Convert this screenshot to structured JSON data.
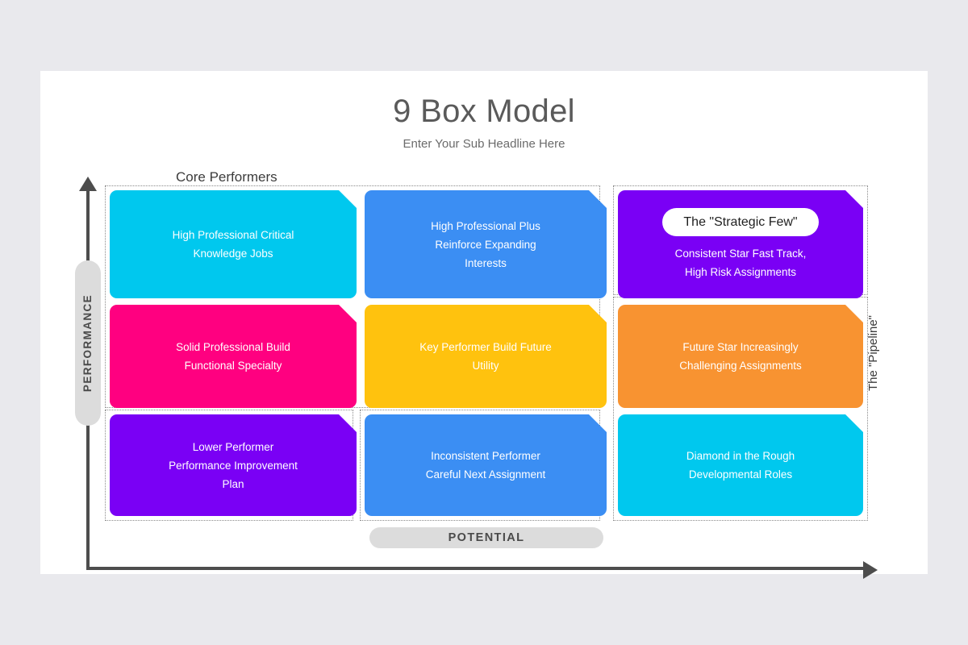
{
  "header": {
    "title": "9 Box Model",
    "subtitle": "Enter Your Sub Headline Here"
  },
  "groups": {
    "core_performers_label": "Core Performers",
    "pipeline_label": "The \"Pipeline\""
  },
  "axes": {
    "y_label": "PERFORMANCE",
    "x_label": "POTENTIAL"
  },
  "colors": {
    "cyan": "#00C8EE",
    "blue": "#3B8EF3",
    "purple": "#7A00F5",
    "pink": "#FF0080",
    "yellow": "#FFC20E",
    "orange": "#F89331",
    "slide_bg": "#FFFFFF",
    "page_bg": "#E9E9ED",
    "axis": "#4D4D4D",
    "pill": "#DCDCDC",
    "title_text": "#5A5A5A"
  },
  "cells": [
    {
      "id": "high-professional-critical",
      "row": 1,
      "col": 1,
      "color": "#00C8EE",
      "badge": null,
      "lines": [
        "High Professional Critical",
        "Knowledge Jobs"
      ]
    },
    {
      "id": "high-professional-plus",
      "row": 1,
      "col": 2,
      "color": "#3B8EF3",
      "badge": null,
      "lines": [
        "High Professional Plus",
        "Reinforce Expanding",
        "Interests"
      ]
    },
    {
      "id": "strategic-few",
      "row": 1,
      "col": 3,
      "color": "#7A00F5",
      "badge": "The \"Strategic Few\"",
      "lines": [
        "Consistent Star Fast Track,",
        "High Risk Assignments"
      ]
    },
    {
      "id": "solid-professional-build",
      "row": 2,
      "col": 1,
      "color": "#FF0080",
      "badge": null,
      "lines": [
        "Solid Professional Build",
        "Functional Specialty"
      ]
    },
    {
      "id": "key-performer-build-future",
      "row": 2,
      "col": 2,
      "color": "#FFC20E",
      "badge": null,
      "lines": [
        "Key Performer Build Future",
        "Utility"
      ]
    },
    {
      "id": "future-star-increasingly",
      "row": 2,
      "col": 3,
      "color": "#F89331",
      "badge": null,
      "lines": [
        "Future Star Increasingly",
        "Challenging Assignments"
      ]
    },
    {
      "id": "lower-performer",
      "row": 3,
      "col": 1,
      "color": "#7A00F5",
      "badge": null,
      "lines": [
        "Lower Performer",
        "Performance Improvement",
        "Plan"
      ]
    },
    {
      "id": "inconsistent-performer",
      "row": 3,
      "col": 2,
      "color": "#3B8EF3",
      "badge": null,
      "lines": [
        "Inconsistent Performer",
        "Careful Next Assignment"
      ]
    },
    {
      "id": "diamond-in-the-rough",
      "row": 3,
      "col": 3,
      "color": "#00C8EE",
      "badge": null,
      "lines": [
        "Diamond in the Rough",
        "Developmental Roles"
      ]
    }
  ]
}
